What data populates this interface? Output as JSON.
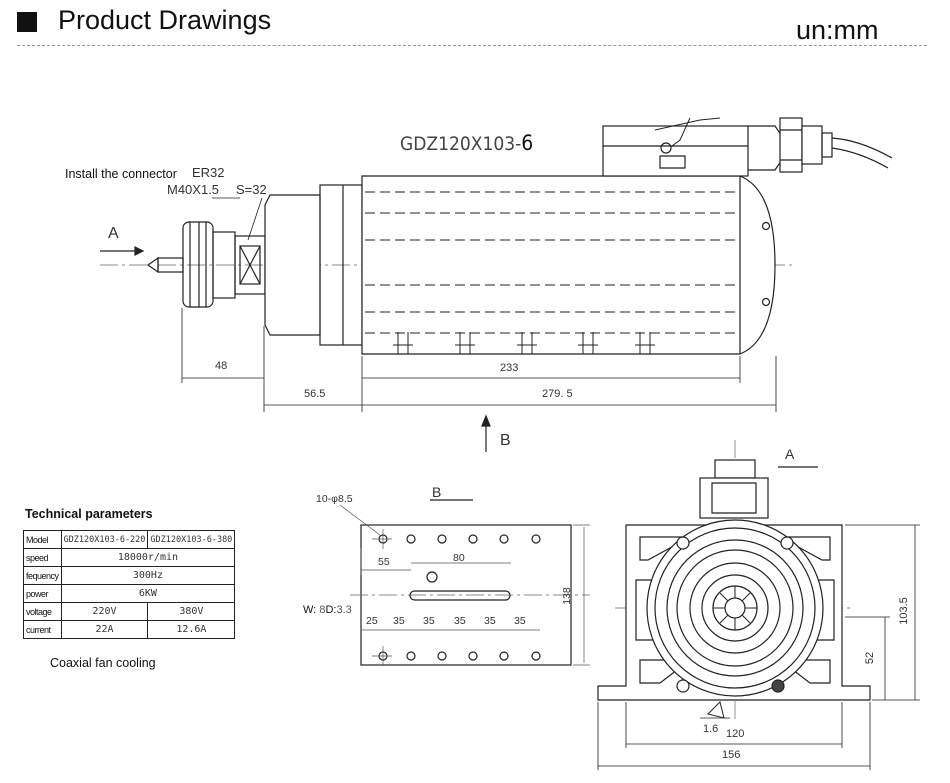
{
  "header": {
    "title": "Product Drawings",
    "unit": "un:mm"
  },
  "side_view": {
    "model_label": "GDZ120X103-",
    "model_suffix": "6",
    "connector_label": "Install the connector",
    "collet_label": "ER32",
    "thread_label": "M40X1.5",
    "wrench_label": "S=32",
    "view_a": "A",
    "view_b": "B",
    "dim_48": "48",
    "dim_233": "233",
    "dim_565": "56.5",
    "dim_2795": "279. 5"
  },
  "mount_view": {
    "title": "B",
    "holes": "10-φ8.5",
    "dim_55": "55",
    "dim_80": "80",
    "dim_138": "138",
    "pitches": [
      "25",
      "35",
      "35",
      "35",
      "35",
      "35"
    ],
    "slot_w": "W:",
    "slot_w_val": "8",
    "slot_d": "D:",
    "slot_d_val": "3.3"
  },
  "front_view": {
    "title": "A",
    "dim_1035": "103.5",
    "dim_52": "52",
    "dim_120": "120",
    "dim_16": "1.6",
    "dim_156": "156"
  },
  "tech": {
    "title": "Technical parameters",
    "rows": [
      {
        "key": "Model",
        "v1": "GDZ120X103-6-220",
        "v2": "GDZ120X103-6-380"
      },
      {
        "key": "speed",
        "v": "18000r/min"
      },
      {
        "key": "fequency",
        "v": "300Hz"
      },
      {
        "key": "power",
        "v": "6KW"
      },
      {
        "key": "voltage",
        "v1": "220V",
        "v2": "380V"
      },
      {
        "key": "current",
        "v1": "22A",
        "v2": "12.6A"
      }
    ],
    "cooling": "Coaxial fan cooling"
  }
}
